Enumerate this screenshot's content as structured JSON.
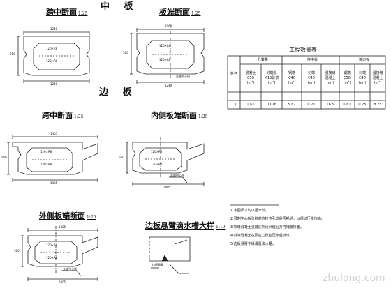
{
  "headings": {
    "middle": "中 板",
    "edge": "边 板"
  },
  "drawings": {
    "mid_span": {
      "title": "跨中断面",
      "scale": "1:25",
      "top_width": "1240",
      "height": "560",
      "void_upper": "120×R8",
      "void_lower": "120×R8",
      "bottom_width": "1240"
    },
    "mid_end": {
      "title": "板端断面",
      "scale": "1:25",
      "top_width": "1060",
      "height": "560",
      "void_upper": "120×R8",
      "void_lower": "120×R8",
      "center_label": "支座中心线",
      "bottom_width": "1240"
    },
    "edge_span": {
      "title": "跨中断面",
      "scale": "1:25",
      "top_width": "1405",
      "height": "560",
      "void_upper": "120×R8",
      "void_lower": "120×R8",
      "bottom_width": "1405"
    },
    "edge_inner_end": {
      "title": "内侧板端断面",
      "scale": "1:25",
      "height": "560",
      "void_upper": "120×R8",
      "void_lower": "120×R8",
      "center_label": "支座中心线",
      "bottom_width": "1405"
    },
    "edge_outer_end": {
      "title": "外侧板端断面",
      "scale": "1:25",
      "top_width": "1405",
      "height": "560",
      "void_upper": "120×R8",
      "void_lower": "120×R8",
      "center_label": "支座中心线",
      "bottom_width": "1405"
    },
    "drip": {
      "title": "边板悬臂滴水槽大样",
      "scale": "1:10",
      "label": "边板悬臂"
    }
  },
  "table": {
    "title": "工程数量表",
    "row_header": "板名",
    "groups": [
      "一孔数量",
      "一块中板",
      "一块边板"
    ],
    "columns": [
      {
        "name": "混凝土",
        "grade": "C50",
        "unit": "(m³)"
      },
      {
        "name": "封端混",
        "grade": "M15砂浆",
        "unit": "(m³)"
      },
      {
        "name": "钢筋",
        "grade": "C40",
        "unit": "(m³)"
      },
      {
        "name": "封端",
        "grade": "C40",
        "unit": "(m³)"
      },
      {
        "name": "湿接缝",
        "grade": "混凝土",
        "unit": "(m³)"
      },
      {
        "name": "钢筋",
        "grade": "C50",
        "unit": "(m³)"
      },
      {
        "name": "封端",
        "grade": "C40",
        "unit": "(m³)"
      },
      {
        "name": "湿接缝",
        "grade": "混凝土",
        "unit": "(m³)"
      }
    ],
    "rows": [
      {
        "name": "13",
        "values": [
          "1.61",
          "0.016",
          "5.82",
          "0.21",
          "16.5",
          "6.81",
          "0.25",
          "8.75"
        ]
      }
    ]
  },
  "notes": [
    "1.本图尺寸均以厘米计。",
    "2.预制空心板张拉前应检查孔道是否畅通，以保证压浆饱满。",
    "3.铰缝混凝土强度达到设计值后方可铺装桥面。",
    "4.封端混凝土在预应力张拉压浆后浇筑。",
    "5.边板悬臂下缘设置滴水槽。"
  ],
  "watermark": "zhulong.com"
}
